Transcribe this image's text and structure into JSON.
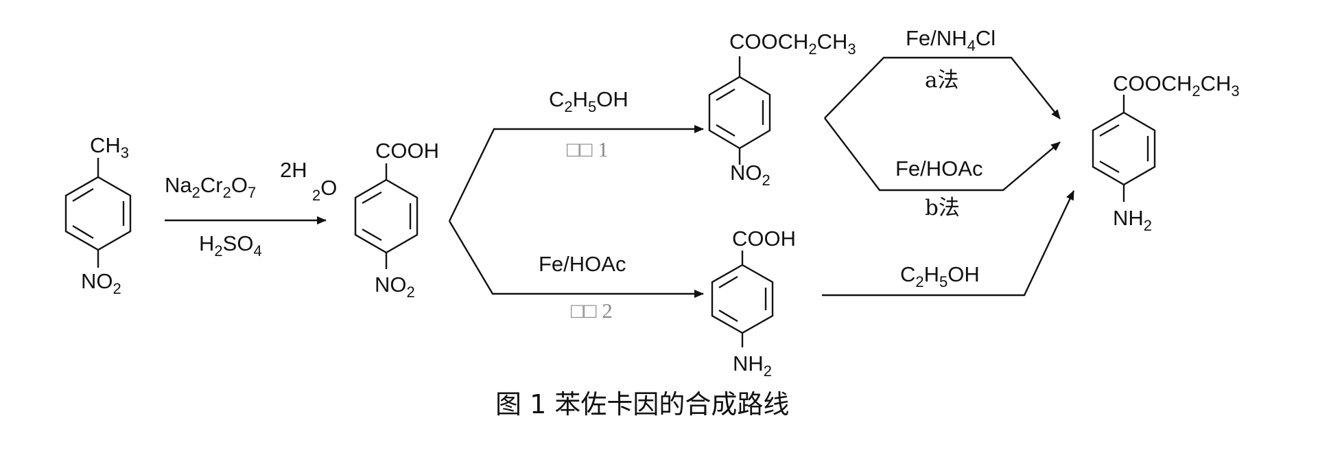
{
  "reagents": {
    "step_oxidation": {
      "reagent_top": "Na2Cr2O7   2H  2O",
      "reagent_bottom": "H2SO4"
    },
    "step1": {
      "reagent": "C2H5OH",
      "label": "□□  1"
    },
    "step2": {
      "reagent": "Fe/HOAc",
      "label": "□□  2"
    },
    "method_a": {
      "reagent": "Fe/NH4Cl",
      "label": "a法"
    },
    "method_b": {
      "reagent": "Fe/HOAc",
      "label": "b法"
    },
    "step_esterify": {
      "reagent": "C2H5OH"
    }
  },
  "compounds": {
    "p_nitrotoluene": {
      "top_group": "CH3",
      "bottom_group": "NO2"
    },
    "p_nitrobenzoic_acid": {
      "top_group": "COOH",
      "bottom_group": "NO2"
    },
    "ethyl_p_nitrobenzoate": {
      "top_group": "COOCH2CH3",
      "bottom_group": "NO2"
    },
    "p_aminobenzoic_acid": {
      "top_group": "COOH",
      "bottom_group": "NH2"
    },
    "benzocaine": {
      "top_group": "COOCH2CH3",
      "bottom_group": "NH2"
    }
  },
  "caption": "图 1   苯佐卡因的合成路线"
}
